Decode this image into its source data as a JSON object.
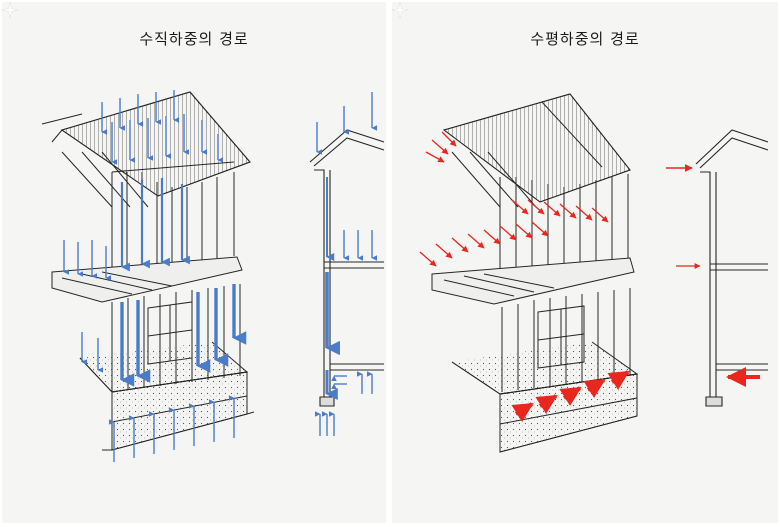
{
  "left_panel": {
    "title": "수직하중의 경로",
    "arrow_color": "#4a7cc9",
    "arrow_icon": "blue-down-arrow"
  },
  "right_panel": {
    "title": "수평하중의 경로",
    "arrow_color": "#e8281f",
    "arrow_icon": "red-diagonal-arrow"
  },
  "colors": {
    "ink": "#262626",
    "paper": "#f5f5f4",
    "blue": "#4a7cc9",
    "red": "#e8281f"
  }
}
